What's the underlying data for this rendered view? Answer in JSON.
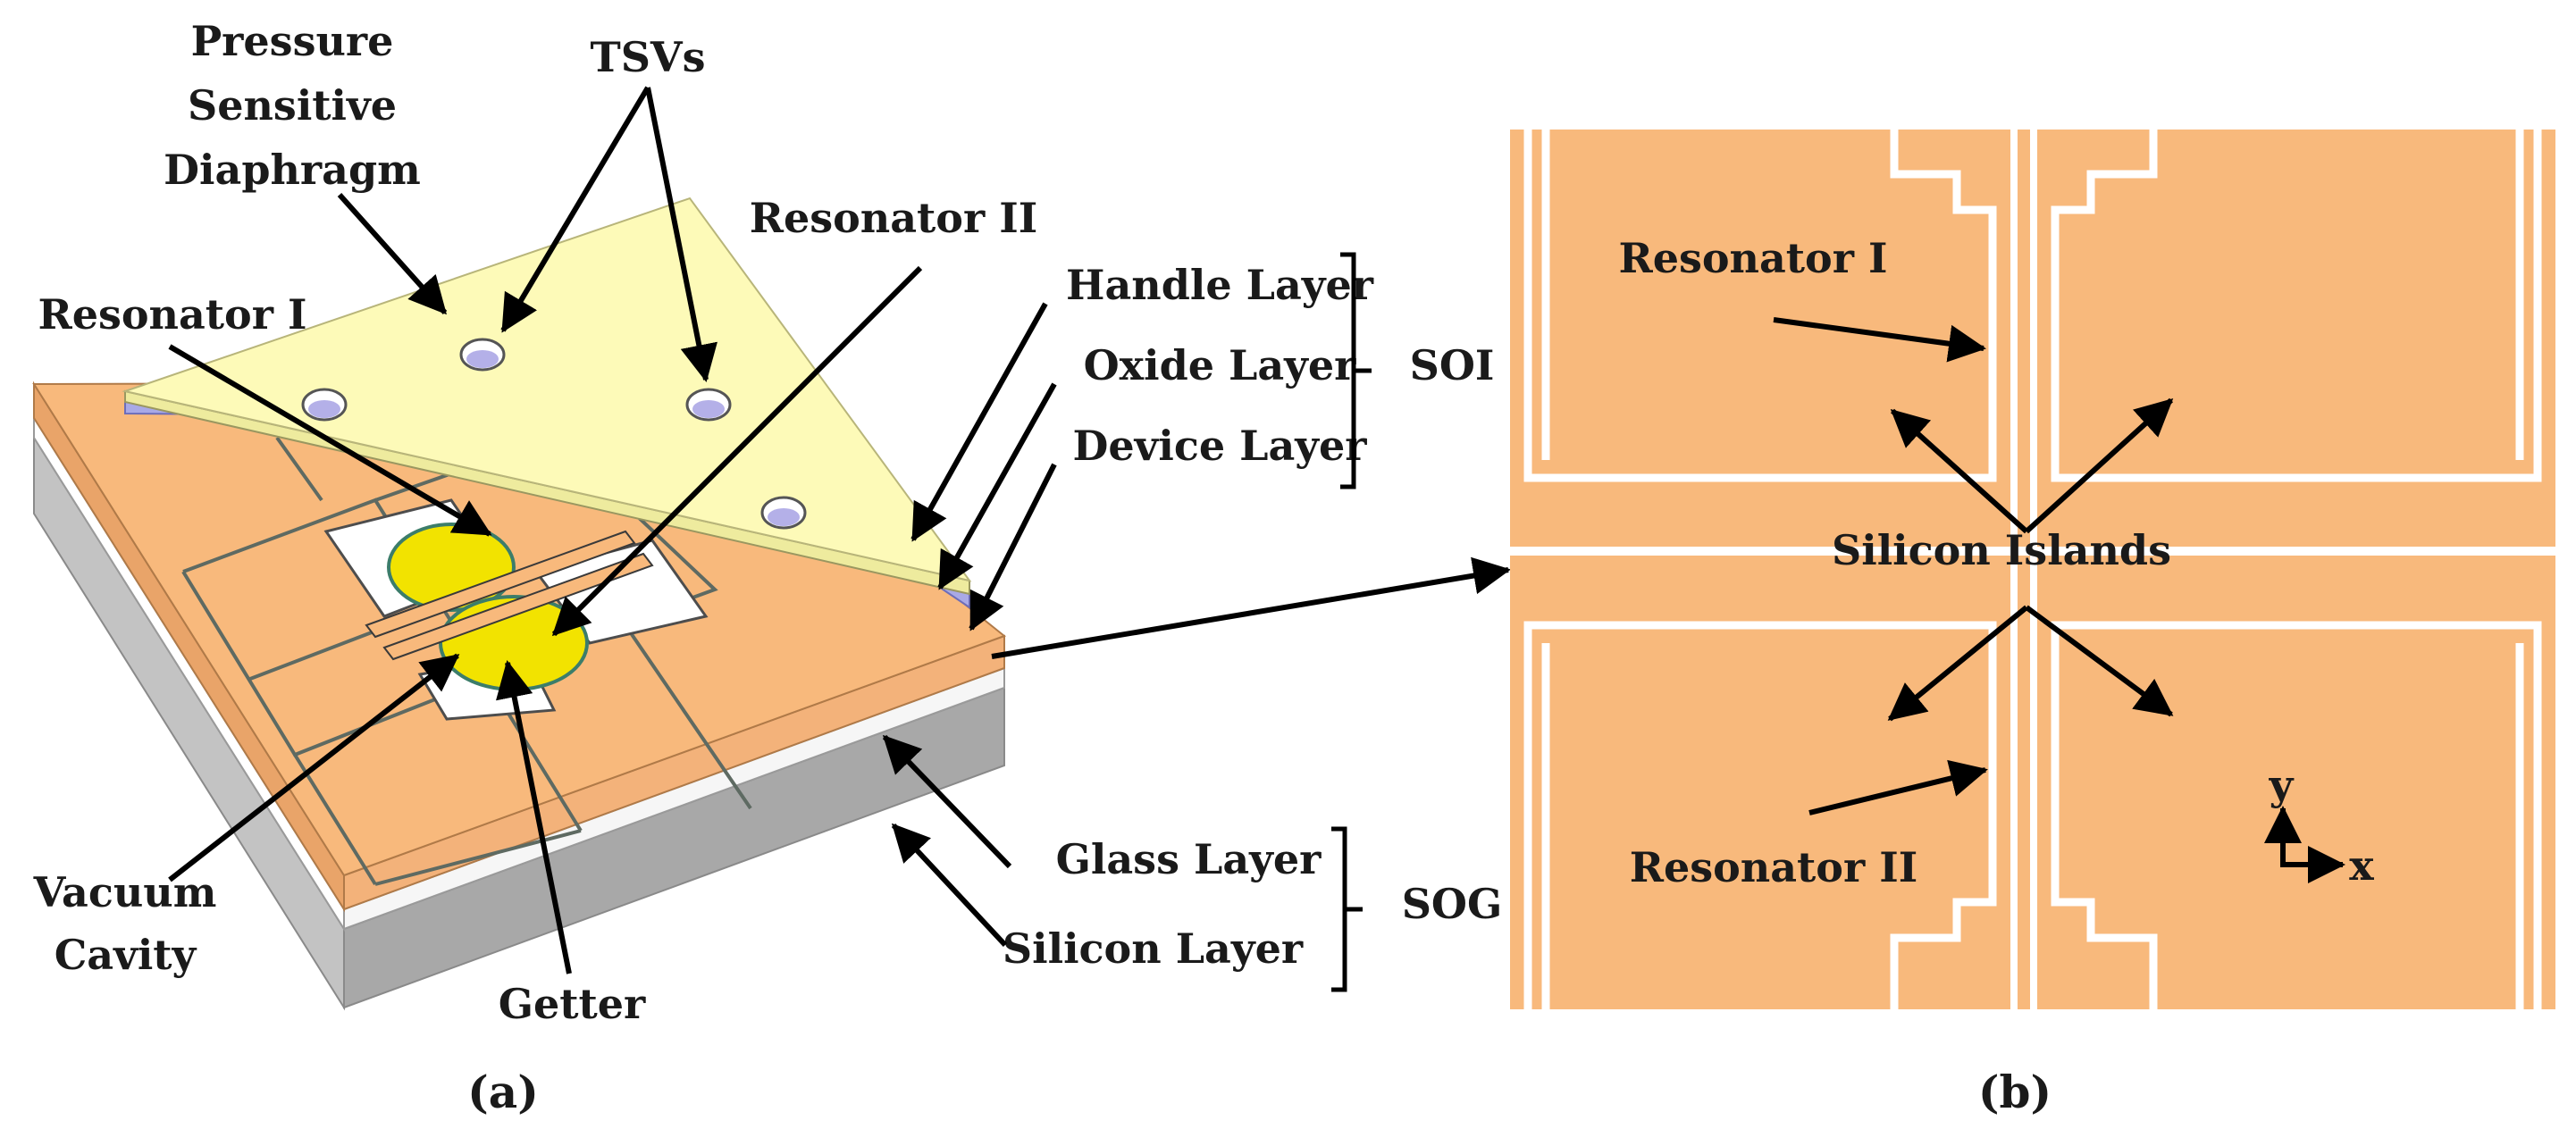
{
  "panel_a": {
    "caption": "(a)",
    "labels": {
      "tsvs": "TSVs",
      "pressure_diaphragm": [
        "Pressure",
        "Sensitive",
        "Diaphragm"
      ],
      "resonator_i": "Resonator I",
      "resonator_ii": "Resonator II",
      "handle_layer": "Handle Layer",
      "oxide_layer": "Oxide Layer",
      "device_layer": "Device Layer",
      "soi": "SOI",
      "glass_layer": "Glass Layer",
      "silicon_layer": "Silicon Layer",
      "sog": "SOG",
      "vacuum_cavity": [
        "Vacuum",
        "Cavity"
      ],
      "getter": "Getter"
    }
  },
  "panel_b": {
    "caption": "(b)",
    "labels": {
      "resonator_i": "Resonator I",
      "resonator_ii": "Resonator II",
      "silicon_islands": "Silicon Islands",
      "axis_y": "y",
      "axis_x": "x"
    }
  },
  "colors": {
    "device_orange": "#f8b97c",
    "handle_yellow": "#fdfab8",
    "oxide_purple": "#a9a9e6",
    "glass_white": "#ffffff",
    "silicon_gray": "#bdbdbd",
    "getter_yellow": "#f2e300",
    "trench_gray": "#8e8e8e"
  }
}
